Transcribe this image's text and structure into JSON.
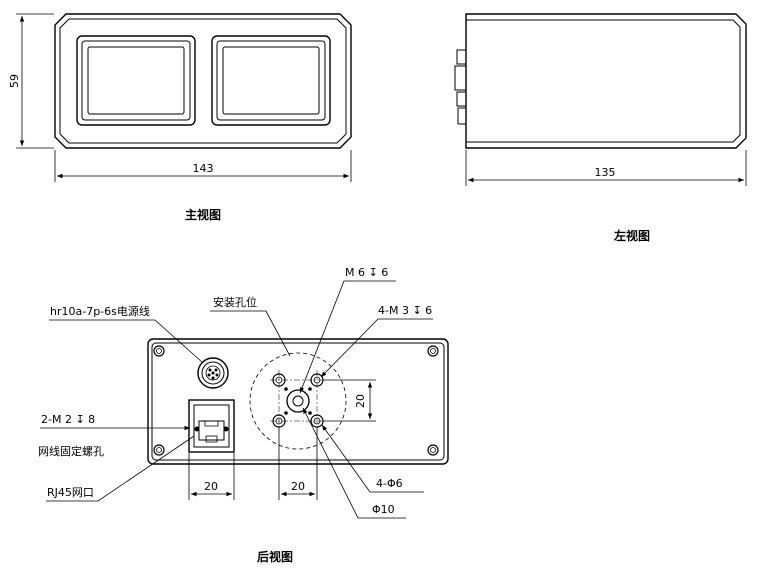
{
  "views": {
    "front": {
      "caption": "主视图",
      "width_dim": "143",
      "height_dim": "59"
    },
    "left": {
      "caption": "左视图",
      "length_dim": "135"
    },
    "back": {
      "caption": "后视图",
      "labels": {
        "power_connector": "hr10a-7p-6s电源线",
        "mount_holes": "安装孔位",
        "center_thread": "M 6 ↧ 6",
        "four_threads": "4-M 3 ↧ 6",
        "side_thread": "2-M 2 ↧ 8",
        "side_thread_desc": "网线固定螺孔",
        "rj45": "RJ45网口",
        "four_holes": "4-Φ6",
        "center_hole": "Φ10"
      },
      "dims": {
        "rj45_width": "20",
        "hole_spacing_h": "20",
        "hole_spacing_v": "20"
      }
    }
  }
}
